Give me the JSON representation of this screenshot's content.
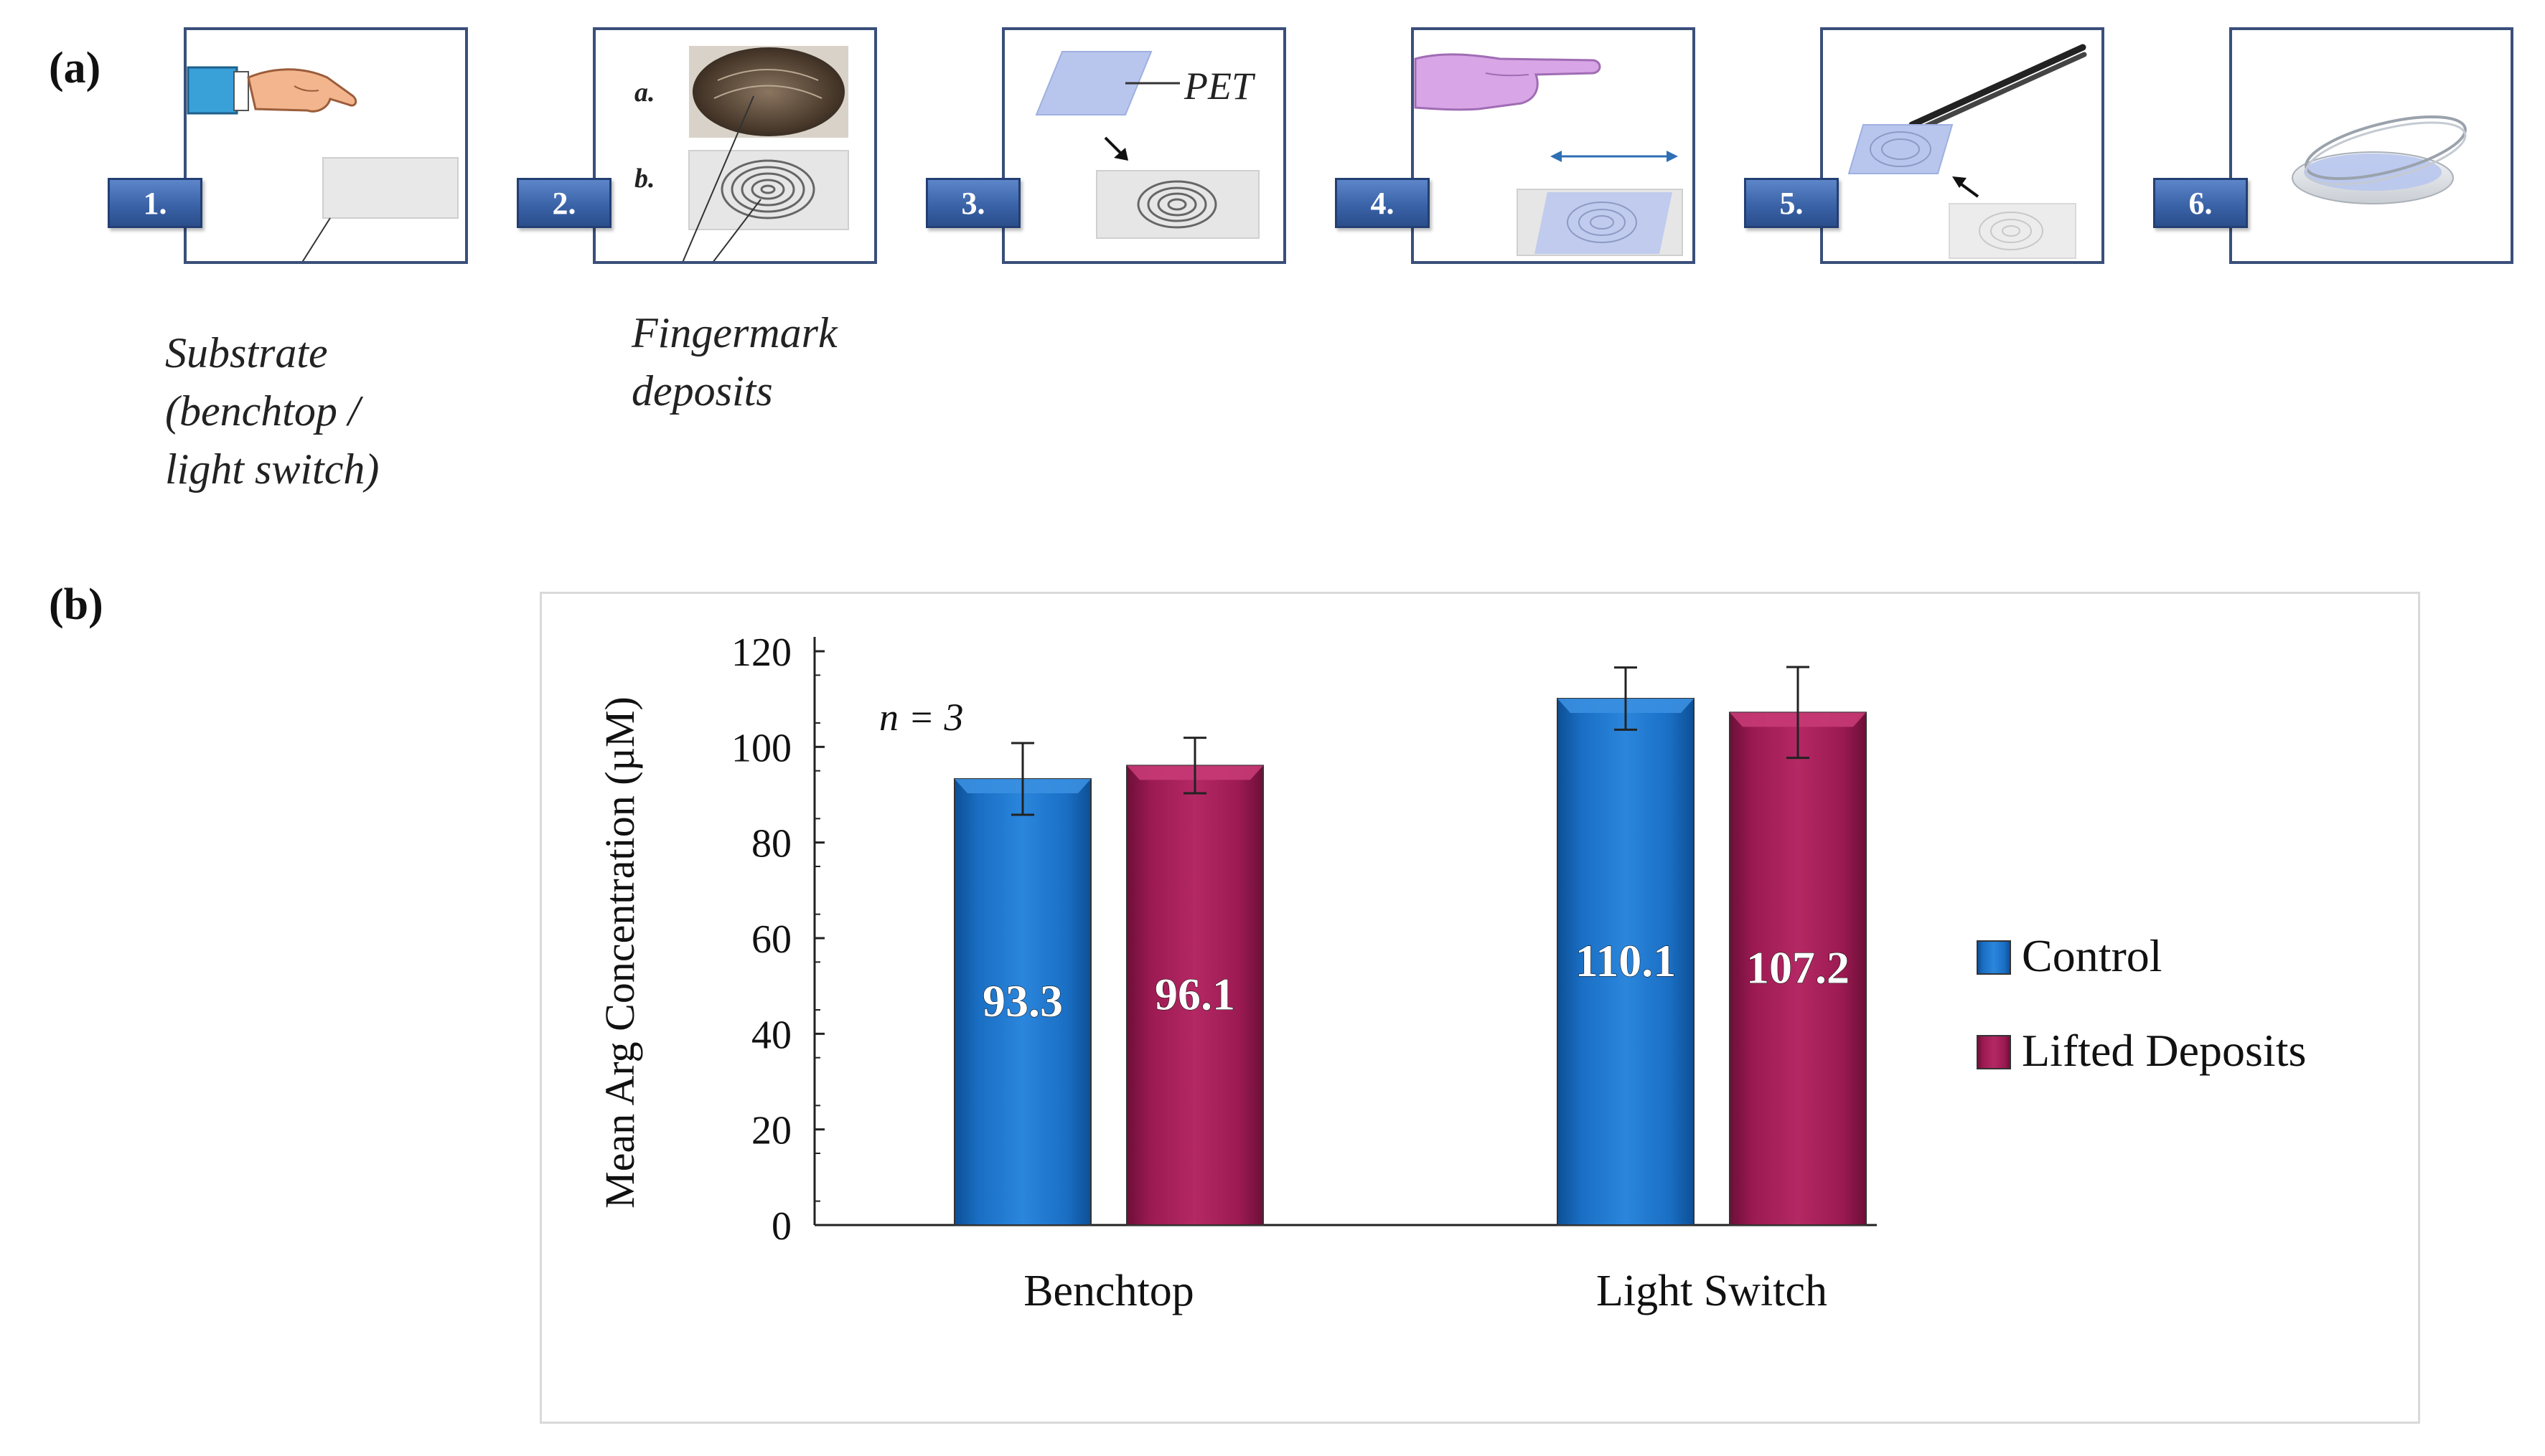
{
  "panel_a": {
    "label": "(a)",
    "steps": [
      {
        "tag": "1."
      },
      {
        "tag": "2.",
        "sub_a": "a.",
        "sub_b": "b."
      },
      {
        "tag": "3.",
        "pet_label": "PET"
      },
      {
        "tag": "4."
      },
      {
        "tag": "5."
      },
      {
        "tag": "6."
      }
    ],
    "substrate_label": [
      "Substrate",
      "(benchtop /",
      "light switch)"
    ],
    "fingermark_label": [
      "Fingermark",
      "deposits"
    ]
  },
  "panel_b": {
    "label": "(b)"
  },
  "colors": {
    "control": "#1a6fc4",
    "lifted": "#9c1a52",
    "tag_blue": "#3b63a8"
  },
  "chart_data": {
    "type": "bar",
    "categories": [
      "Benchtop",
      "Light Switch"
    ],
    "series": [
      {
        "name": "Control",
        "values": [
          93.3,
          110.1
        ],
        "errors": [
          7.5,
          6.5
        ],
        "labels": [
          "93.3",
          "110.1"
        ]
      },
      {
        "name": "Lifted Deposits",
        "values": [
          96.1,
          107.2
        ],
        "errors": [
          5.8,
          9.5
        ],
        "labels": [
          "96.1",
          "107.2"
        ]
      }
    ],
    "ylabel": "Mean Arg Concentration (µM)",
    "xlabel": "",
    "ylim": [
      0,
      120
    ],
    "yticks": [
      0,
      20,
      40,
      60,
      80,
      100,
      120
    ],
    "annotation": "n = 3",
    "legend": "right",
    "grid": false
  }
}
